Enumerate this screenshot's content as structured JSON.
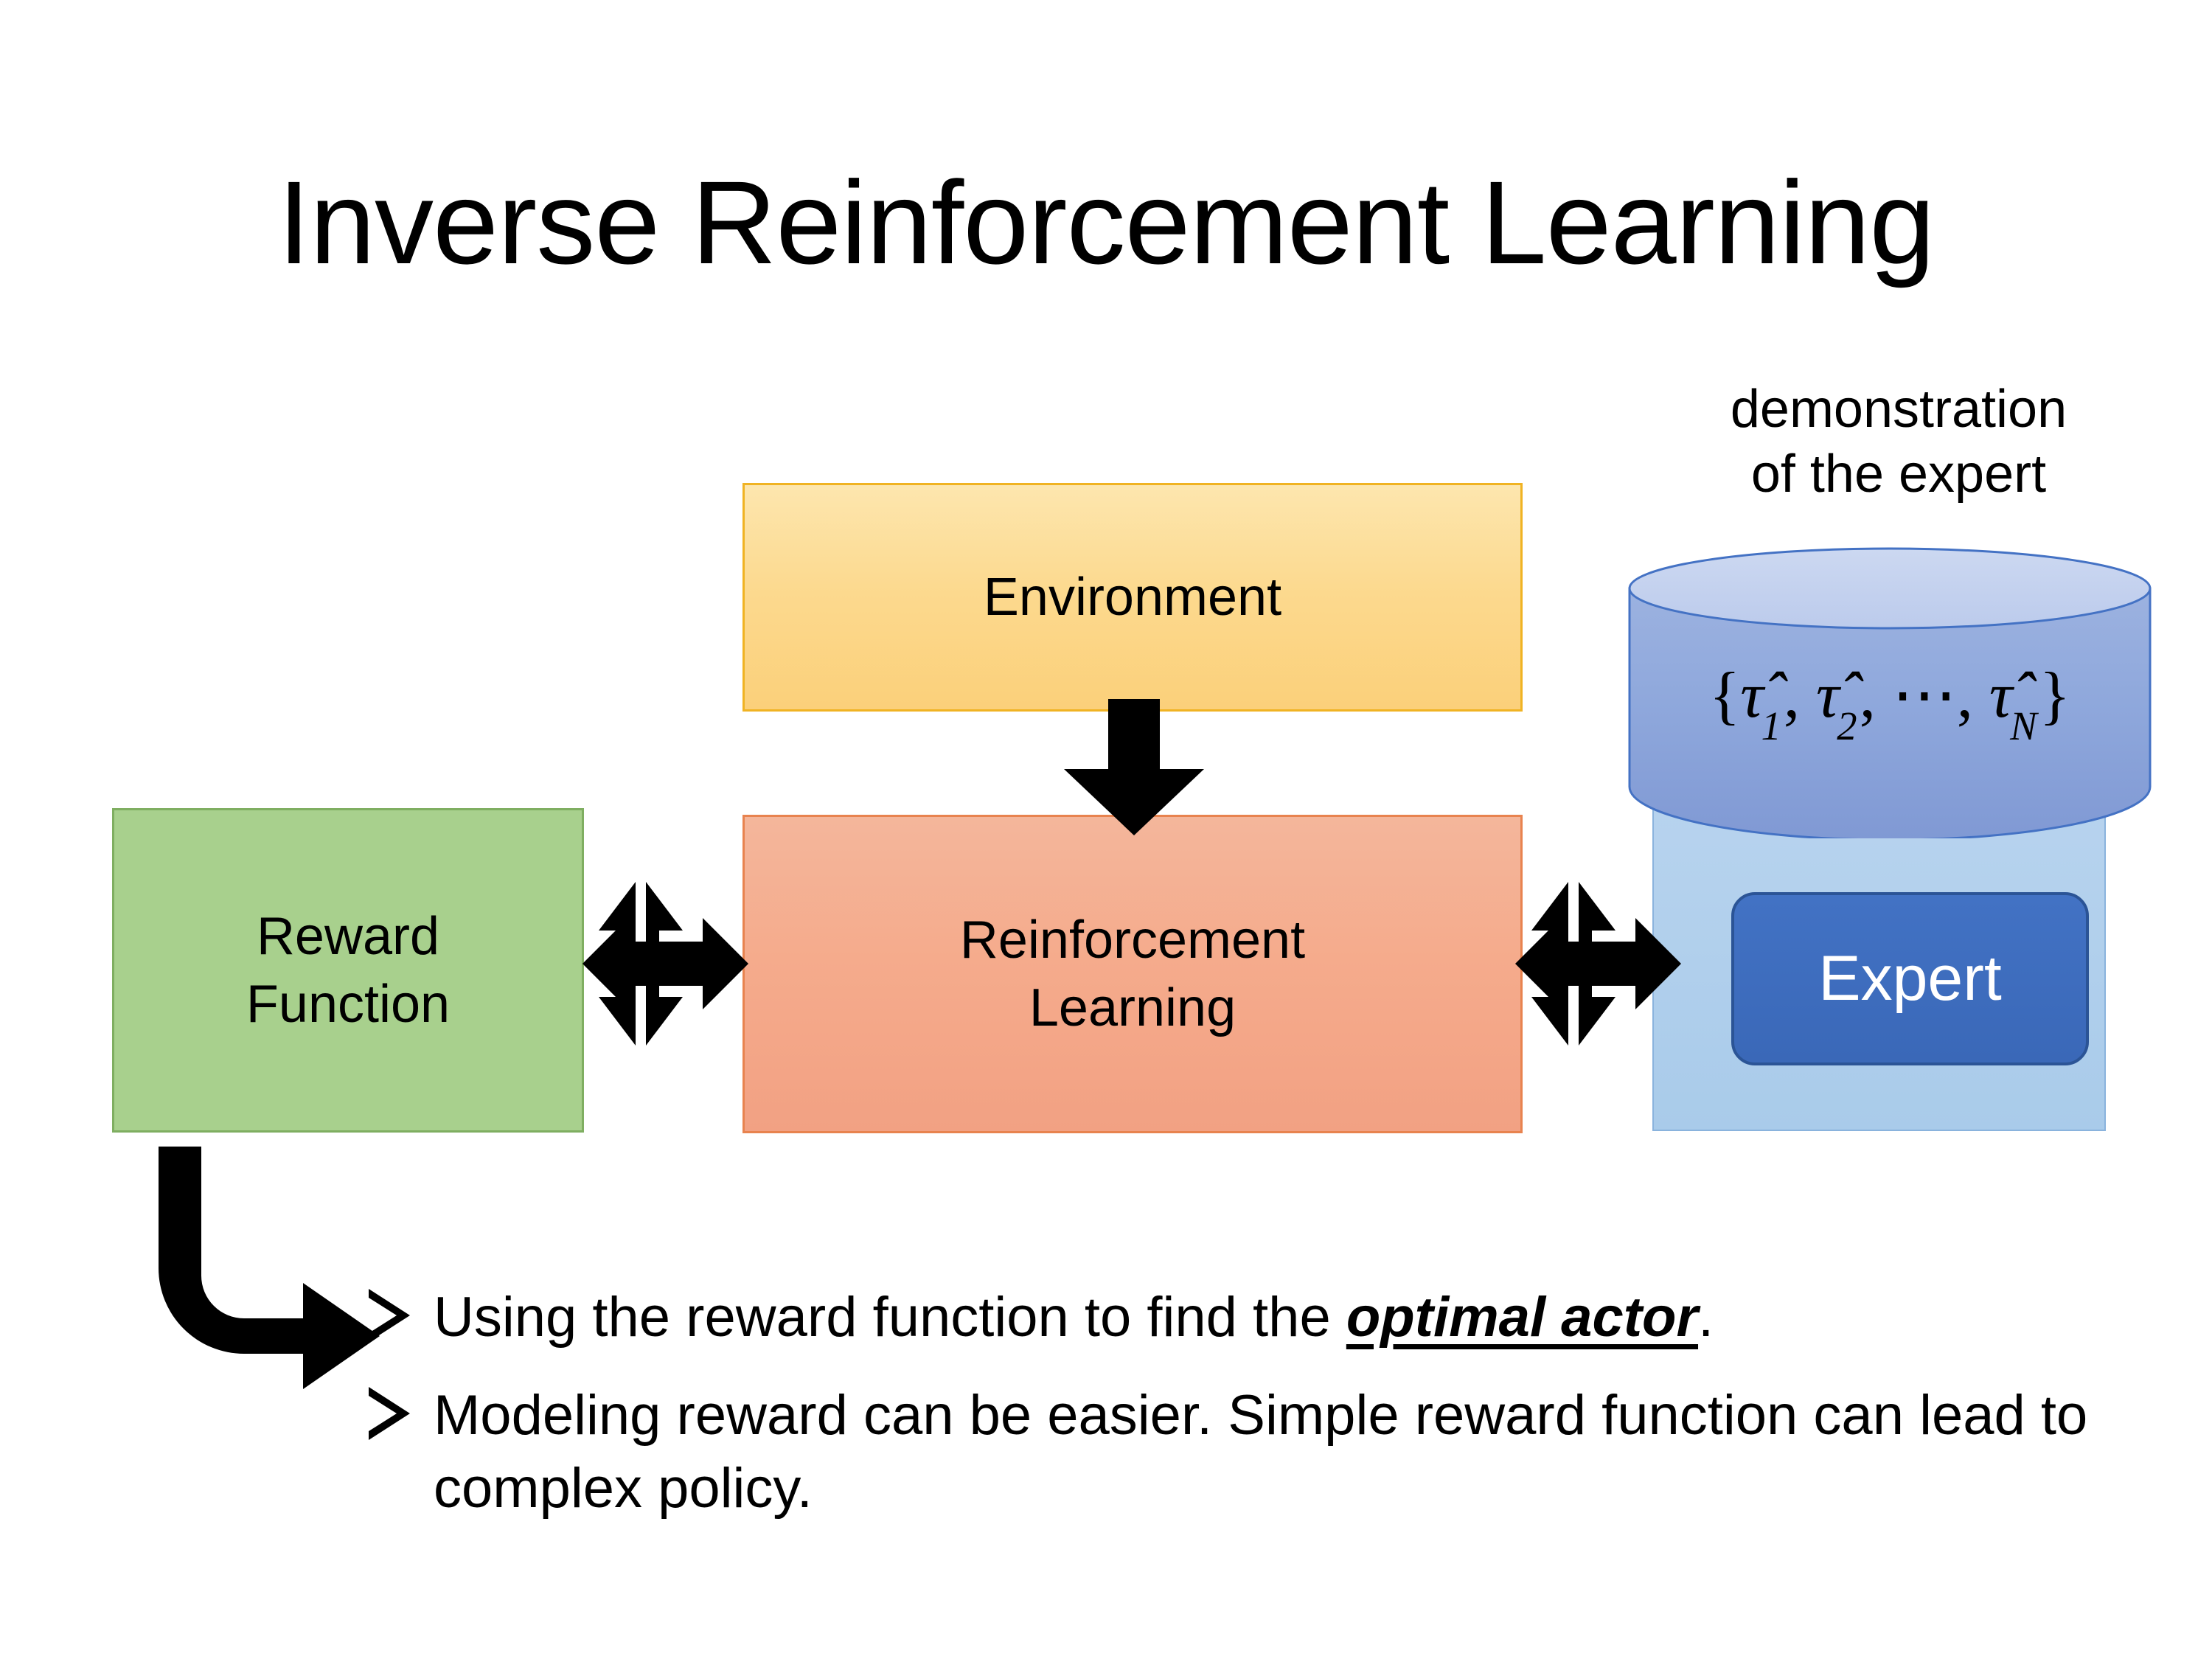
{
  "slide": {
    "title": "Inverse Reinforcement Learning",
    "background": "#ffffff"
  },
  "diagram": {
    "boxes": [
      {
        "id": "environment",
        "label": "Environment",
        "fill": "#fcd98e",
        "border": "#f0b323"
      },
      {
        "id": "reinforcement-learning",
        "label_line1": "Reinforcement",
        "label_line2": "Learning",
        "fill": "#f5ab8c",
        "border": "#e8834f"
      },
      {
        "id": "reward-function",
        "label_line1": "Reward",
        "label_line2": "Function",
        "fill": "#a8d08d",
        "border": "#7fae61"
      },
      {
        "id": "expert",
        "label": "Expert",
        "fill": "#4272c4",
        "border": "#2b5496",
        "text_color": "#ffffff"
      }
    ],
    "demonstration": {
      "caption_line1": "demonstration",
      "caption_line2": "of the expert",
      "cylinder_fill": "#8fa8dc",
      "cylinder_top_fill": "#c5d3ef",
      "cylinder_border": "#4472c4",
      "panel_fill": "#aecbe9",
      "panel_border": "#8ab3dd",
      "set_open": "{",
      "set_close": "}",
      "set_items": [
        {
          "symbol": "τ̂",
          "subscript": "1"
        },
        {
          "symbol": "τ̂",
          "subscript": "2"
        },
        {
          "symbol": "⋯",
          "subscript": ""
        },
        {
          "symbol": "τ̂",
          "subscript": "N"
        }
      ],
      "set_text": "{τ̂1, τ̂2, ⋯, τ̂N}"
    },
    "arrows": [
      {
        "id": "environment-to-rl",
        "kind": "down-arrow",
        "color": "#000000"
      },
      {
        "id": "reward-rl-bidirectional",
        "kind": "four-way-arrow",
        "color": "#000000"
      },
      {
        "id": "rl-expert-bidirectional",
        "kind": "four-way-arrow",
        "color": "#000000"
      },
      {
        "id": "reward-to-bullets",
        "kind": "elbow-arrow",
        "color": "#000000"
      }
    ]
  },
  "bullets": {
    "marker": "➢",
    "items": [
      {
        "prefix": "Using the reward function to find the ",
        "emphasis": "optimal actor",
        "suffix": "."
      },
      {
        "prefix": "Modeling reward can be easier. Simple reward function can lead to complex policy.",
        "emphasis": "",
        "suffix": ""
      }
    ]
  }
}
